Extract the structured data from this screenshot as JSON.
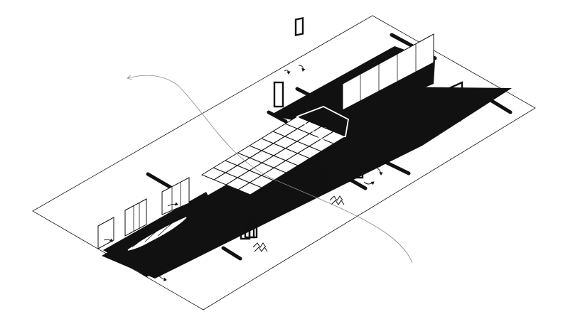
{
  "diagram": {
    "kind": "isometric-architectural-axonometric",
    "colors": {
      "background": "#ffffff",
      "ink": "#111111",
      "circulation_path": "#8a8a8a"
    },
    "elements": [
      "floor-plate",
      "circulation-corridor",
      "glass-roof-grid",
      "partition-walls",
      "window-panels",
      "folding-screens",
      "rotating-doors",
      "swing-arrows",
      "circulation-path-arrow"
    ]
  }
}
